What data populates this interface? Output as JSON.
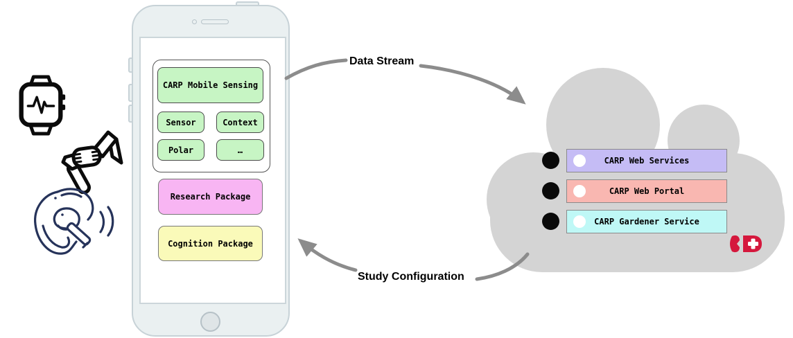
{
  "diagram": {
    "arrows": {
      "data_stream_label": "Data Stream",
      "study_configuration_label": "Study Configuration"
    },
    "phone": {
      "framework": {
        "title": "CARP Mobile Sensing",
        "plugins": [
          "Sensor",
          "Context",
          "Polar",
          "…"
        ]
      },
      "packages": [
        {
          "label": "Research Package",
          "color": "#f8b5f3"
        },
        {
          "label": "Cognition Package",
          "color": "#fafab9"
        }
      ]
    },
    "cloud": {
      "services": [
        {
          "label": "CARP Web Services",
          "color": "#c5bcf5"
        },
        {
          "label": "CARP Web Portal",
          "color": "#f9b7b1"
        },
        {
          "label": "CARP Gardener Service",
          "color": "#bff8f6"
        }
      ]
    },
    "icons": [
      "smartwatch-icon",
      "fitness-band-icon",
      "ear-earbud-icon",
      "red-cross-badge-icon"
    ]
  },
  "colors": {
    "box_green": "#c7f5c4",
    "cloud_gray": "#d4d4d4",
    "arrow_gray": "#8c8c8c",
    "red_icon": "#d5183d",
    "dot_black": "#0a0a0a"
  }
}
